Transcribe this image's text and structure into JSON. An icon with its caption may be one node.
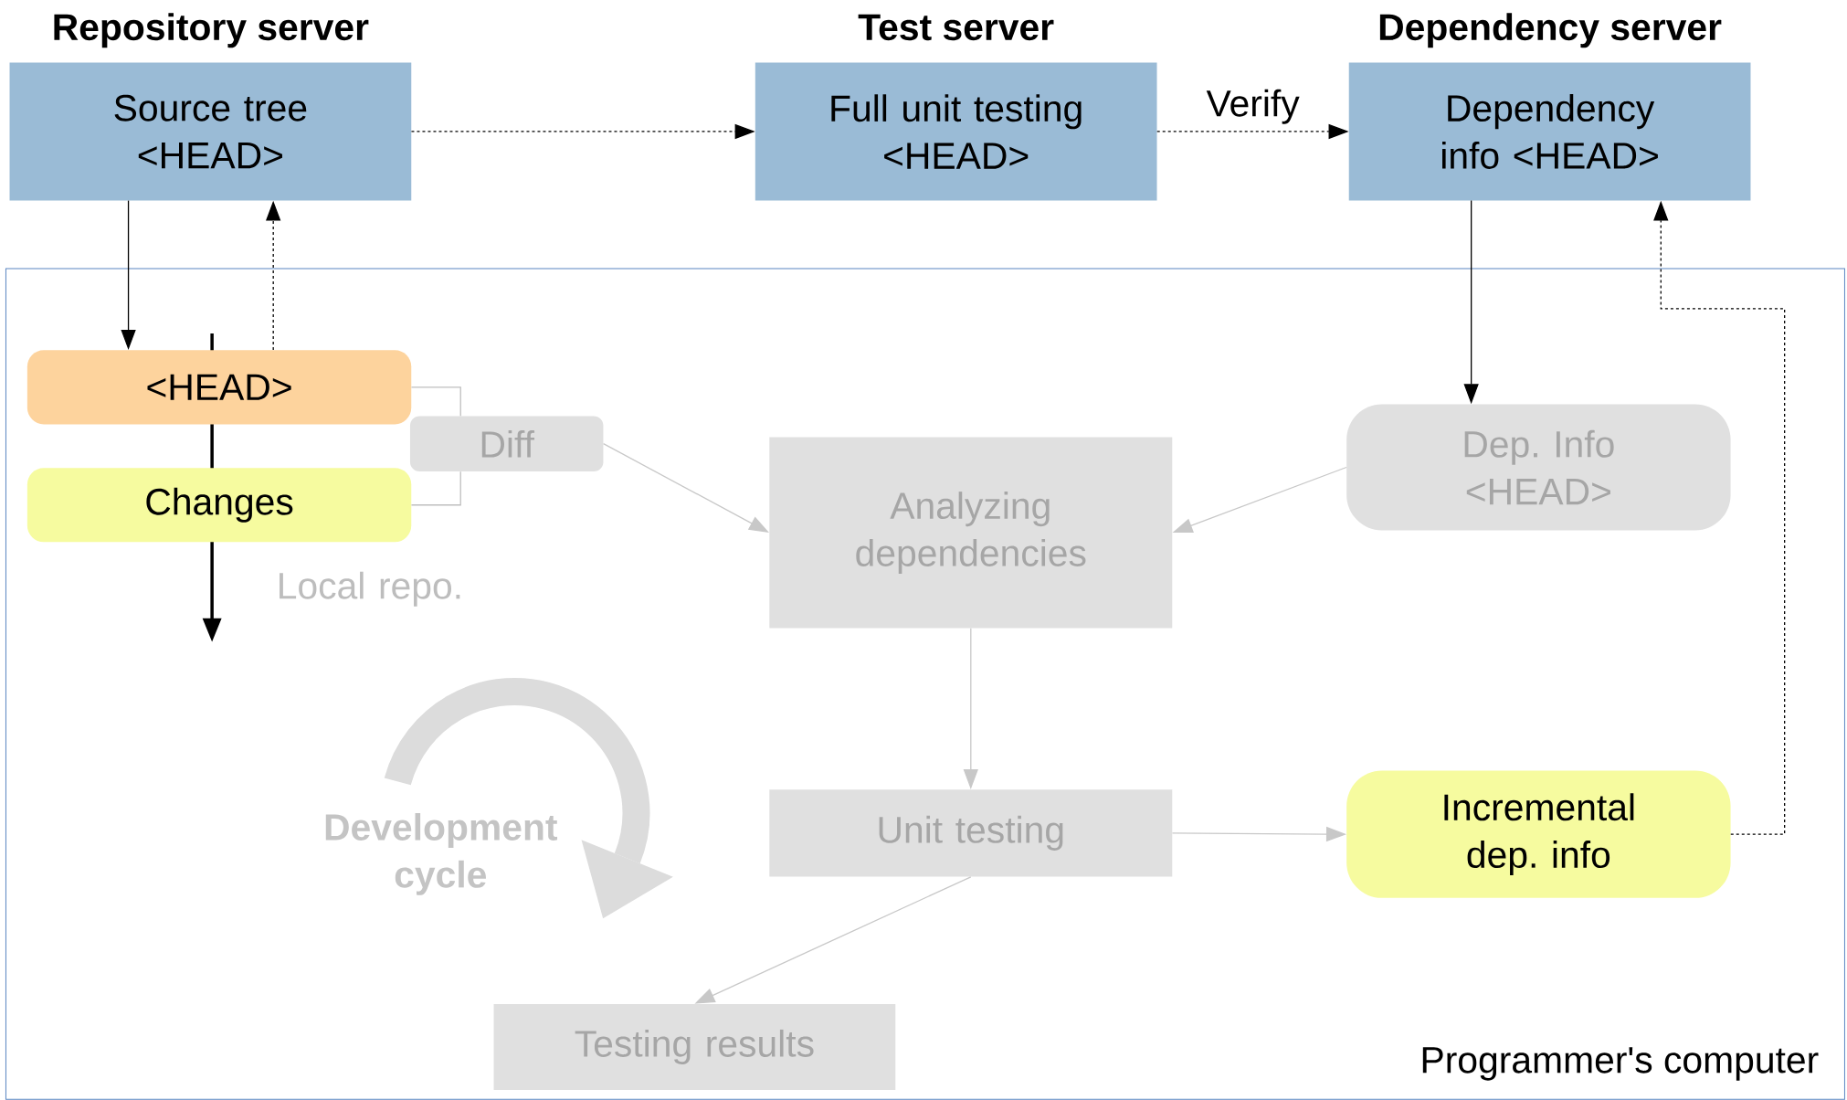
{
  "diagram": {
    "nodes": [
      {
        "text": [
          "Repository server",
          "Source tree <HEAD>"
        ]
      },
      {
        "text": [
          "Test server",
          "Full unit testing <HEAD>"
        ]
      },
      {
        "text": [
          "Dependency server",
          "Dependency info <HEAD>"
        ]
      },
      {
        "text": [
          "Programmer's computer"
        ]
      },
      {
        "text": [
          "<HEAD>"
        ],
        "in": 3
      },
      {
        "text": [
          "Changes"
        ],
        "in": 3
      },
      {
        "text": [
          "Diff"
        ],
        "in": 3
      },
      {
        "text": [
          "Dep. Info <HEAD>"
        ],
        "in": 3
      },
      {
        "text": [
          "Analyzing dependencies"
        ],
        "in": 3
      },
      {
        "text": [
          "Unit testing"
        ],
        "in": 3
      },
      {
        "text": [
          "Incremental dep. info"
        ],
        "in": 3
      },
      {
        "text": [
          "Testing results"
        ],
        "in": 3
      }
    ],
    "edges": [
      {
        "from": 0,
        "to": 1,
        "arrow": "to",
        "style": "dashed",
        "color": "#000000"
      },
      {
        "from": 1,
        "to": 2,
        "arrow": "to",
        "style": "dashed",
        "color": "#000000",
        "label": "Verify"
      },
      {
        "from": 0,
        "to": 4,
        "arrow": "to",
        "color": "#000000"
      },
      {
        "from": 4,
        "to": 0,
        "arrow": "to",
        "style": "dashed",
        "color": "#000000"
      },
      {
        "from": 2,
        "to": 7,
        "arrow": "to",
        "color": "#000000"
      },
      {
        "from": 10,
        "to": 2,
        "arrow": "to",
        "style": "dashed",
        "color": "#000000"
      },
      {
        "from": 4,
        "to": 6,
        "arrow": "none",
        "color": "#bfbfbf"
      },
      {
        "from": 5,
        "to": 6,
        "arrow": "none",
        "color": "#bfbfbf"
      },
      {
        "from": 6,
        "to": 8,
        "arrow": "to",
        "color": "#c8c8c8"
      },
      {
        "from": 7,
        "to": 8,
        "arrow": "to",
        "color": "#c8c8c8"
      },
      {
        "from": 8,
        "to": 9,
        "arrow": "to",
        "color": "#c8c8c8"
      },
      {
        "from": 9,
        "to": 10,
        "arrow": "to",
        "color": "#c8c8c8"
      },
      {
        "from": 9,
        "to": 11,
        "arrow": "to",
        "color": "#c8c8c8"
      }
    ],
    "labels": [
      "Local repo.",
      "Development cycle"
    ]
  }
}
